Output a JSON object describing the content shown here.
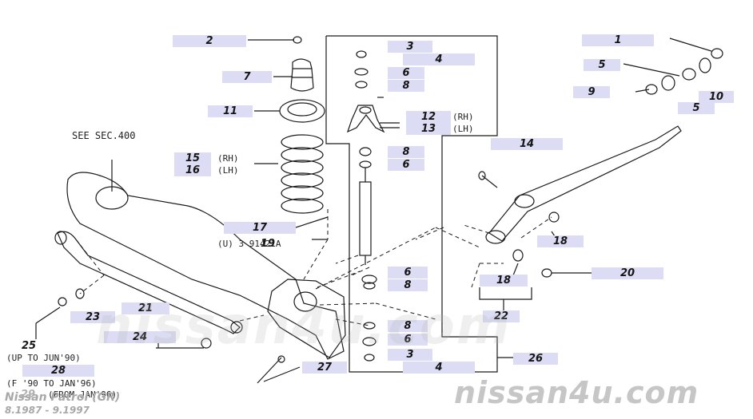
{
  "diagram": {
    "see_section": "SEE SEC.400",
    "part_code": "(U) 3 91421A",
    "callouts": [
      "1",
      "2",
      "3",
      "4",
      "5",
      "6",
      "7",
      "8",
      "9",
      "10",
      "11",
      "12",
      "13",
      "14",
      "15",
      "16",
      "17",
      "18",
      "19",
      "20",
      "21",
      "22",
      "23",
      "24",
      "25",
      "26",
      "27",
      "28",
      "29"
    ],
    "labels": {
      "rh": "(RH)",
      "lh": "(LH)",
      "up_to_jun90": "(UP TO JUN'90)",
      "jun90_to_jan96": "(F        '90 TO JAN'96)",
      "from_jan96": "(FROM JAN'96)"
    }
  },
  "footer": {
    "watermark_center": "nissan4u.com",
    "watermark_corner": "nissan4u.com",
    "model": "Nissan Patrol (GR)",
    "years": "8.1987 - 9.1997"
  },
  "colors": {
    "callout_bg": "#dcdcf4",
    "line": "#1a1a1a",
    "watermark": "#c6c6c6"
  }
}
